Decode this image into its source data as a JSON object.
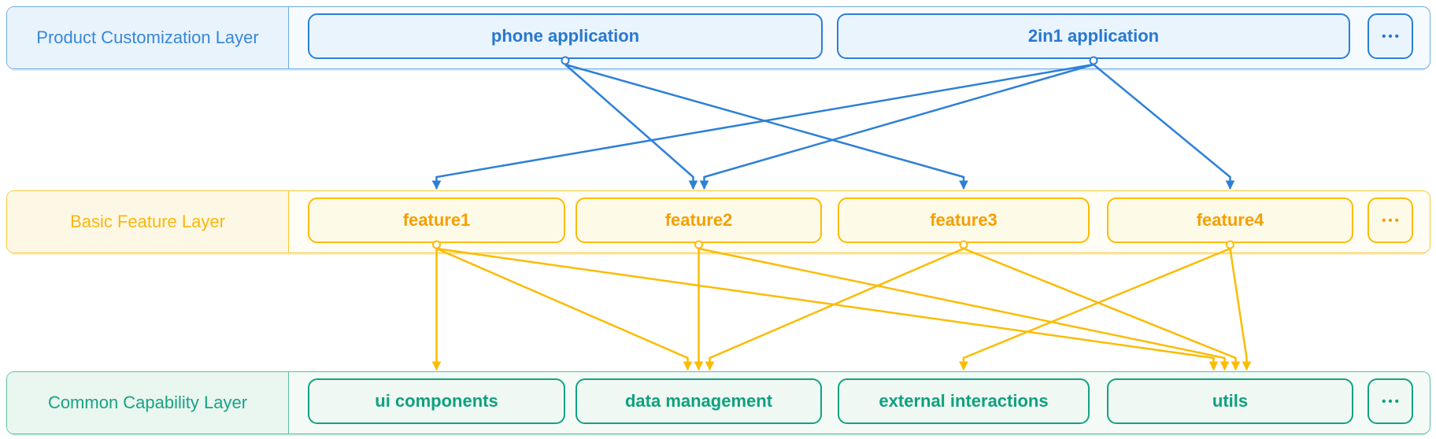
{
  "layers": [
    {
      "label": "Product Customization Layer",
      "more": "•••",
      "items": [
        {
          "id": "phone_app",
          "label": "phone application"
        },
        {
          "id": "app_2in1",
          "label": "2in1 application"
        }
      ]
    },
    {
      "label": "Basic Feature Layer",
      "more": "•••",
      "items": [
        {
          "id": "feature1",
          "label": "feature1"
        },
        {
          "id": "feature2",
          "label": "feature2"
        },
        {
          "id": "feature3",
          "label": "feature3"
        },
        {
          "id": "feature4",
          "label": "feature4"
        }
      ]
    },
    {
      "label": "Common Capability Layer",
      "more": "•••",
      "items": [
        {
          "id": "ui_components",
          "label": "ui components"
        },
        {
          "id": "data_management",
          "label": "data management"
        },
        {
          "id": "external_interactions",
          "label": "external interactions"
        },
        {
          "id": "utils",
          "label": "utils"
        }
      ]
    }
  ],
  "edges": [
    {
      "from": "phone_app",
      "to": "feature2",
      "color": "blue"
    },
    {
      "from": "phone_app",
      "to": "feature3",
      "color": "blue"
    },
    {
      "from": "app_2in1",
      "to": "feature1",
      "color": "blue"
    },
    {
      "from": "app_2in1",
      "to": "feature2",
      "color": "blue"
    },
    {
      "from": "app_2in1",
      "to": "feature4",
      "color": "blue"
    },
    {
      "from": "feature1",
      "to": "ui_components",
      "color": "yellow"
    },
    {
      "from": "feature1",
      "to": "data_management",
      "color": "yellow"
    },
    {
      "from": "feature1",
      "to": "utils",
      "color": "yellow"
    },
    {
      "from": "feature2",
      "to": "data_management",
      "color": "yellow"
    },
    {
      "from": "feature2",
      "to": "utils",
      "color": "yellow"
    },
    {
      "from": "feature3",
      "to": "data_management",
      "color": "yellow"
    },
    {
      "from": "feature3",
      "to": "utils",
      "color": "yellow"
    },
    {
      "from": "feature4",
      "to": "external_interactions",
      "color": "yellow"
    },
    {
      "from": "feature4",
      "to": "utils",
      "color": "yellow"
    }
  ],
  "colors": {
    "blue": "#2E80D6",
    "yellow": "#FBBC04"
  }
}
